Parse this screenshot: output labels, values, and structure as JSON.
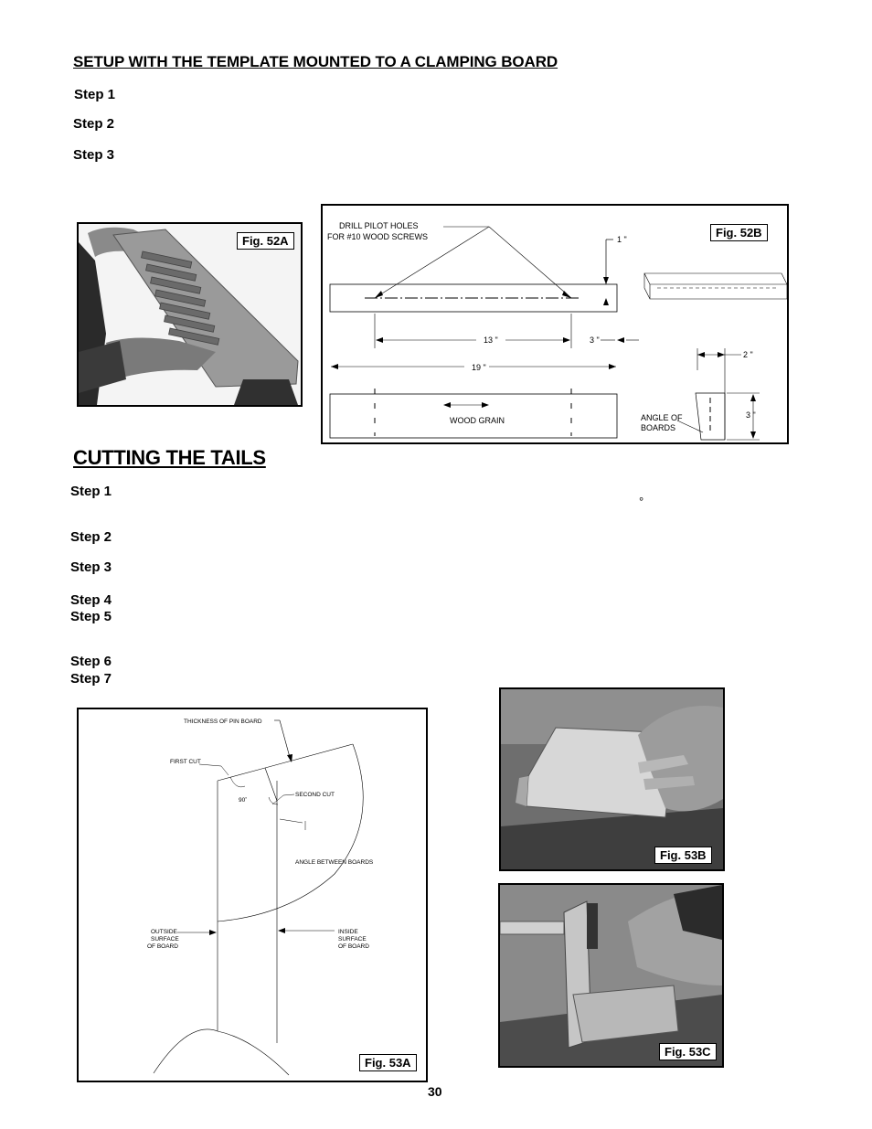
{
  "setup_section": {
    "heading": "SETUP WITH THE TEMPLATE MOUNTED TO A CLAMPING BOARD",
    "steps": [
      "Step 1",
      "Step 2",
      "Step 3"
    ]
  },
  "fig52a": {
    "label": "Fig. 52A"
  },
  "fig52b": {
    "label": "Fig. 52B",
    "drill_note_line1": "DRILL PILOT HOLES",
    "drill_note_line2": "FOR #10 WOOD SCREWS",
    "dim_1in": "1 \"",
    "dim_13in": "13 \"",
    "dim_3in_a": "3 \"",
    "dim_19in": "19 \"",
    "dim_2in": "2 \"",
    "dim_3in_b": "3 \"",
    "wood_grain": "WOOD GRAIN",
    "angle_line1": "ANGLE OF",
    "angle_line2": "BOARDS"
  },
  "tails_section": {
    "heading": "CUTTING THE TAILS",
    "steps": [
      "Step 1",
      "Step 2",
      "Step 3",
      "Step 4",
      "Step 5",
      "Step 6",
      "Step 7"
    ],
    "degree_symbol": "°"
  },
  "fig53a": {
    "label": "Fig. 53A",
    "thickness": "THICKNESS OF PIN BOARD",
    "first_cut": "FIRST CUT",
    "second_cut": "SECOND CUT",
    "ninety": "90˚",
    "angle_between": "ANGLE BETWEEN BOARDS",
    "outside_line1": "OUTSIDE",
    "outside_line2": "SURFACE",
    "outside_line3": "OF BOARD",
    "inside_line1": "INSIDE",
    "inside_line2": "SURFACE",
    "inside_line3": "OF BOARD"
  },
  "fig53b": {
    "label": "Fig. 53B"
  },
  "fig53c": {
    "label": "Fig. 53C"
  },
  "page_number": "30"
}
